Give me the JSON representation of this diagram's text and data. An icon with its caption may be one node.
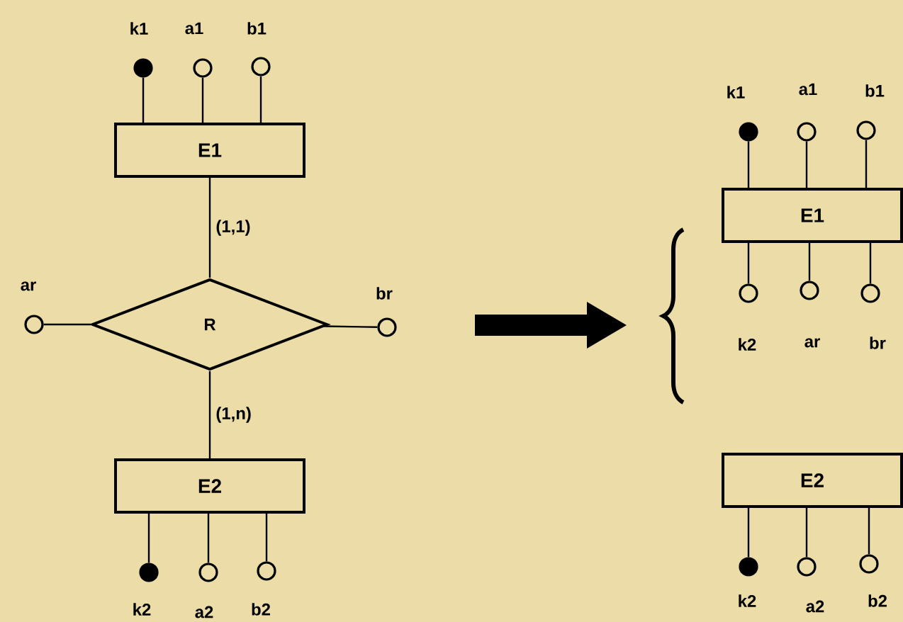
{
  "diagram": {
    "nodes": [
      {
        "text": [
          "E1"
        ]
      },
      {
        "text": [
          "R"
        ]
      },
      {
        "text": [
          "E2"
        ]
      },
      {
        "text": [
          "E1"
        ]
      },
      {
        "text": [
          "E2"
        ]
      },
      {
        "text": [],
        "shape": "dot"
      },
      {
        "text": [],
        "shape": "circle"
      },
      {
        "text": [],
        "shape": "circle"
      },
      {
        "text": [],
        "shape": "circle"
      },
      {
        "text": [],
        "shape": "circle"
      },
      {
        "text": [],
        "shape": "dot"
      },
      {
        "text": [],
        "shape": "circle"
      },
      {
        "text": [],
        "shape": "circle"
      },
      {
        "text": [],
        "shape": "dot"
      },
      {
        "text": [],
        "shape": "circle"
      },
      {
        "text": [],
        "shape": "circle"
      },
      {
        "text": [],
        "shape": "circle"
      },
      {
        "text": [],
        "shape": "circle"
      },
      {
        "text": [],
        "shape": "circle"
      },
      {
        "text": [],
        "shape": "dot"
      },
      {
        "text": [],
        "shape": "circle"
      },
      {
        "text": [],
        "shape": "circle"
      }
    ],
    "edges": [
      {
        "from": 0,
        "to": 1,
        "arrow": "none",
        "label": "(1,1)"
      },
      {
        "from": 1,
        "to": 2,
        "arrow": "none",
        "label": "(1,n)"
      },
      {
        "from": 8,
        "to": 1,
        "arrow": "none"
      },
      {
        "from": 9,
        "to": 1,
        "arrow": "none"
      },
      {
        "from": 5,
        "to": 0,
        "arrow": "none"
      },
      {
        "from": 6,
        "to": 0,
        "arrow": "none"
      },
      {
        "from": 7,
        "to": 0,
        "arrow": "none"
      },
      {
        "from": 10,
        "to": 2,
        "arrow": "none"
      },
      {
        "from": 11,
        "to": 2,
        "arrow": "none"
      },
      {
        "from": 12,
        "to": 2,
        "arrow": "none"
      },
      {
        "from": 13,
        "to": 3,
        "arrow": "none"
      },
      {
        "from": 14,
        "to": 3,
        "arrow": "none"
      },
      {
        "from": 15,
        "to": 3,
        "arrow": "none"
      },
      {
        "from": 16,
        "to": 3,
        "arrow": "none"
      },
      {
        "from": 17,
        "to": 3,
        "arrow": "none"
      },
      {
        "from": 18,
        "to": 3,
        "arrow": "none"
      },
      {
        "from": 19,
        "to": 4,
        "arrow": "none"
      },
      {
        "from": 20,
        "to": 4,
        "arrow": "none"
      },
      {
        "from": 21,
        "to": 4,
        "arrow": "none"
      }
    ],
    "labels": [
      "k1",
      "a1",
      "b1",
      "k1",
      "a1",
      "b1",
      "ar",
      "br",
      "k2",
      "ar",
      "br",
      "k2",
      "a2",
      "b2",
      "k2",
      "a2",
      "b2"
    ]
  }
}
